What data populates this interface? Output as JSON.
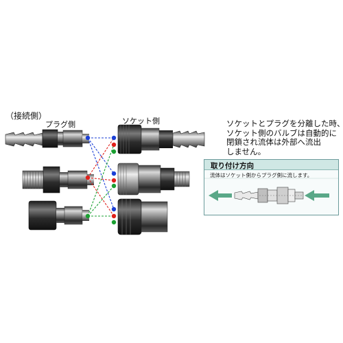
{
  "labels": {
    "connection": "（接続側）",
    "plug_side": "プラグ側",
    "socket_side": "ソケット側"
  },
  "description": {
    "lines": [
      "ソケットとプラグを分離した時、",
      "ソケット側のバルブは自動的に",
      "閉鎖され流体は外部へ流出",
      "しません。"
    ]
  },
  "install_panel": {
    "title": "取り付け方向",
    "note": "流体はソケット側からプラグ側に流します。"
  },
  "colors": {
    "blue": "#1a3fd6",
    "red": "#e0201a",
    "green": "#1aa031",
    "arrow": "#5aa888",
    "panel_header": "#cfe7e4"
  },
  "icons": [
    "hose-barb-plug",
    "male-thread-plug",
    "female-thread-plug",
    "hose-barb-socket",
    "male-thread-socket",
    "female-thread-socket",
    "flow-arrow-icon"
  ]
}
